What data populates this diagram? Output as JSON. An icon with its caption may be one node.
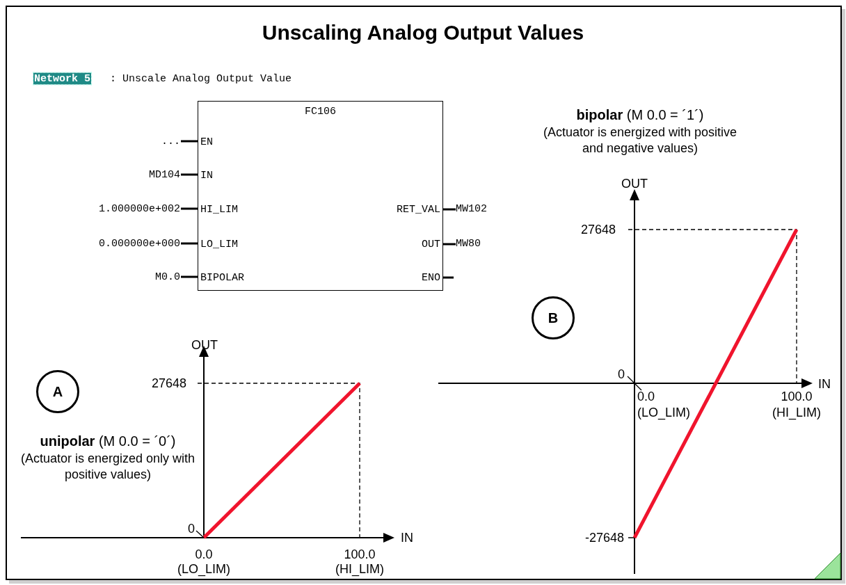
{
  "diagram": {
    "title": "Unscaling Analog Output Values",
    "nodes": [
      {
        "text": [
          "FC106"
        ]
      },
      {
        "text": [
          "EN"
        ],
        "in": 0
      },
      {
        "text": [
          "IN"
        ],
        "in": 0
      },
      {
        "text": [
          "HI_LIM"
        ],
        "in": 0
      },
      {
        "text": [
          "LO_LIM"
        ],
        "in": 0
      },
      {
        "text": [
          "BIPOLAR"
        ],
        "in": 0
      },
      {
        "text": [
          "RET_VAL"
        ],
        "in": 0
      },
      {
        "text": [
          "OUT"
        ],
        "in": 0
      },
      {
        "text": [
          "ENO"
        ],
        "in": 0
      },
      {
        "text": [
          "..."
        ]
      },
      {
        "text": [
          "MD104"
        ]
      },
      {
        "text": [
          "1.000000e+002"
        ]
      },
      {
        "text": [
          "0.000000e+000"
        ]
      },
      {
        "text": [
          "M0.0"
        ]
      },
      {
        "text": [
          "MW102"
        ]
      },
      {
        "text": [
          "MW80"
        ]
      },
      {
        "text": [
          "B"
        ]
      },
      {
        "text": [
          "A"
        ]
      }
    ],
    "edges": [
      {
        "from": 9,
        "to": 1,
        "arrow": "none"
      },
      {
        "from": 10,
        "to": 2,
        "arrow": "none"
      },
      {
        "from": 11,
        "to": 3,
        "arrow": "none"
      },
      {
        "from": 12,
        "to": 4,
        "arrow": "none"
      },
      {
        "from": 13,
        "to": 5,
        "arrow": "none"
      },
      {
        "from": 6,
        "to": 14,
        "arrow": "none"
      },
      {
        "from": 7,
        "to": 15,
        "arrow": "none"
      },
      {
        "from": 8,
        "to": null,
        "arrow": "none"
      }
    ],
    "labels": [
      "Network 5",
      ": Unscale Analog Output Value",
      "**bipolar** (M 0.0 = ´1´)",
      "(Actuator is energized with positive and negative values)",
      "OUT",
      "27648",
      "0",
      "IN",
      "0.0",
      "(LO_LIM)",
      "100.0",
      "(HI_LIM)",
      "-27648",
      "OUT",
      "27648",
      "**unipolar** (M 0.0 = ´0´)",
      "(Actuator is energized only with positive values)",
      "0",
      "IN",
      "0.0",
      "(LO_LIM)",
      "100.0",
      "(HI_LIM)"
    ]
  }
}
